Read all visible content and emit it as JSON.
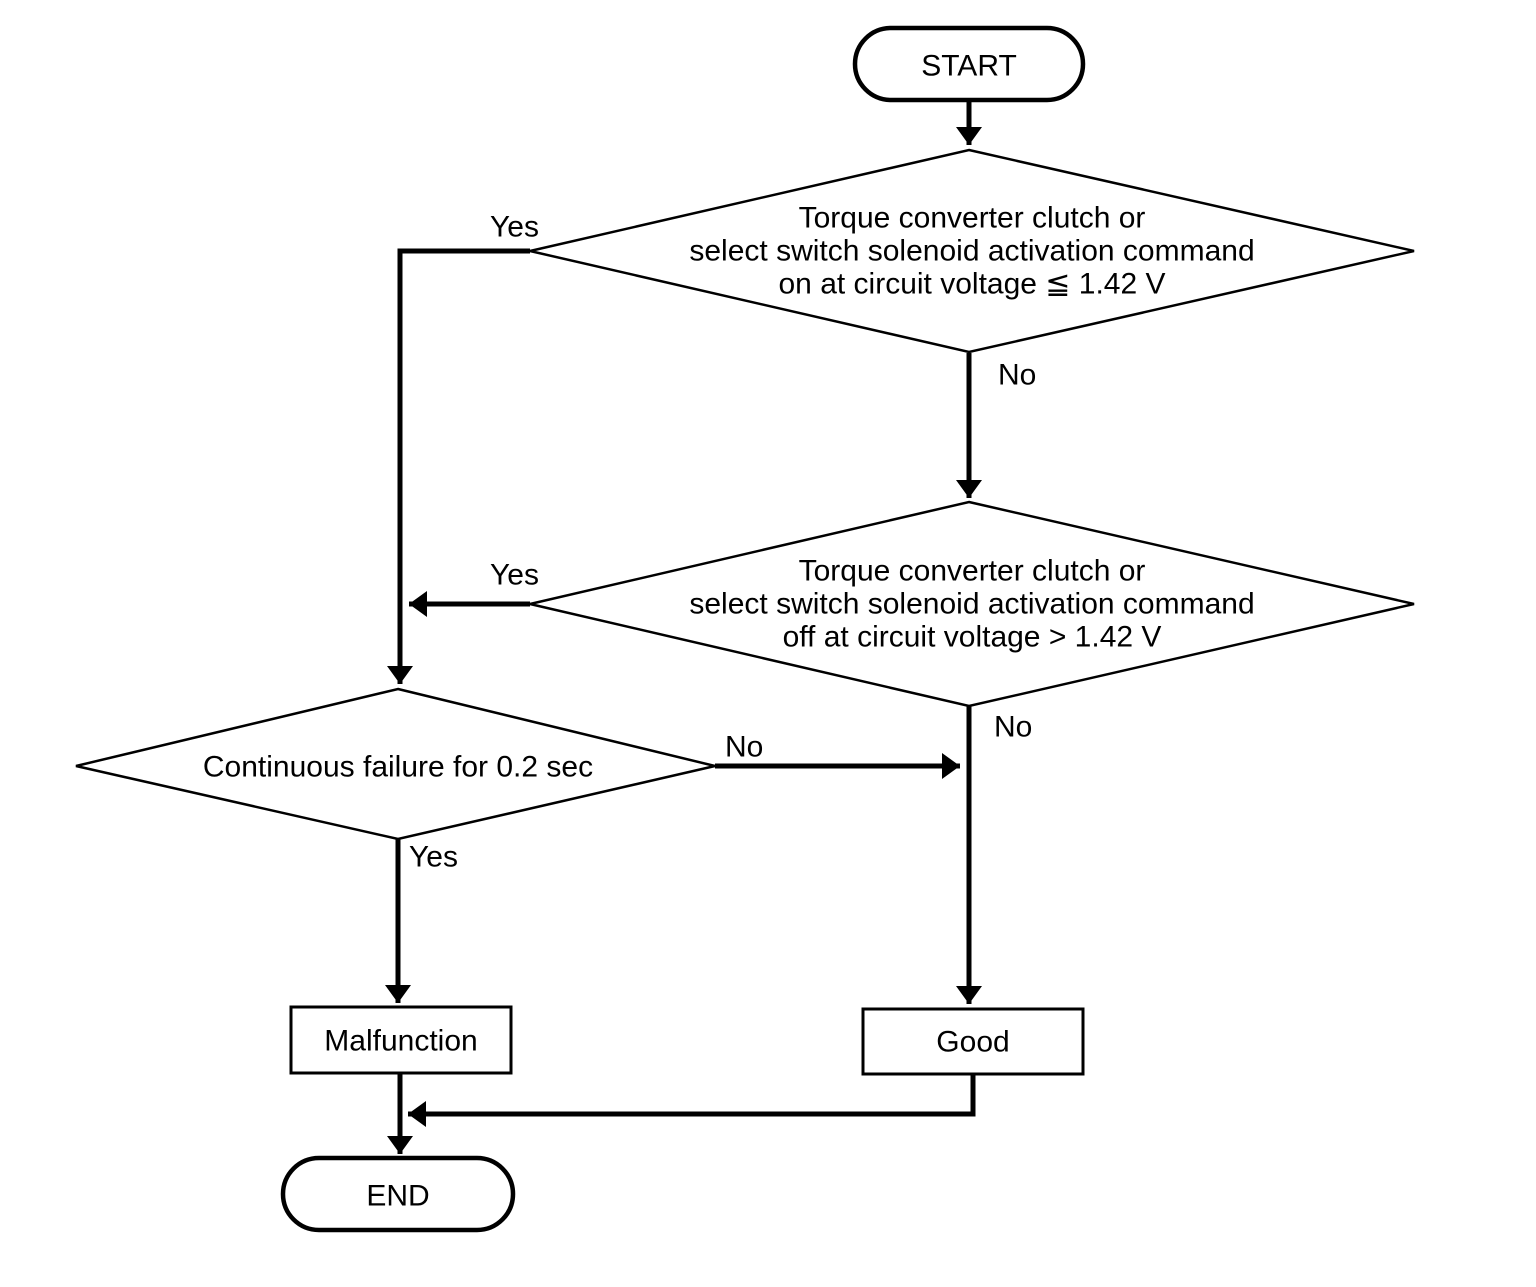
{
  "diagram": {
    "type": "flowchart",
    "colors": {
      "background": "#ffffff",
      "line": "#000000",
      "text": "#000000"
    },
    "nodes": {
      "start": {
        "label": "START"
      },
      "decision1": {
        "line1": "Torque converter clutch or",
        "line2": "select switch solenoid activation command",
        "line3": "on at circuit voltage ≦ 1.42 V"
      },
      "decision2": {
        "line1": "Torque converter clutch or",
        "line2": "select switch solenoid activation command",
        "line3": "off at circuit voltage > 1.42 V"
      },
      "decision3": {
        "label": "Continuous failure for 0.2 sec"
      },
      "malfunction": {
        "label": "Malfunction"
      },
      "good": {
        "label": "Good"
      },
      "end": {
        "label": "END"
      }
    },
    "edge_labels": {
      "d1_yes": "Yes",
      "d1_no": "No",
      "d2_yes": "Yes",
      "d2_no": "No",
      "d3_yes": "Yes",
      "d3_no": "No"
    }
  }
}
